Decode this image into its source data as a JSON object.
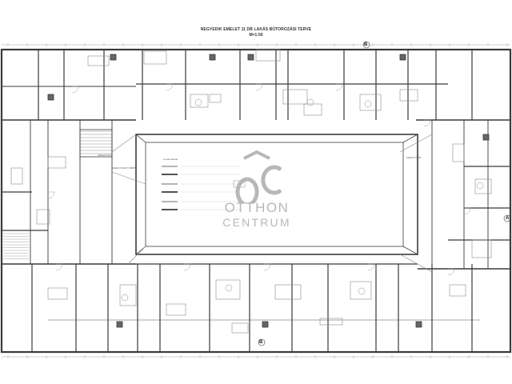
{
  "header": {
    "title": "NEGYEDIK EMELET 11 DB LAKÁS BÚTOROZÁSI TERVE",
    "scale": "M=1:50"
  },
  "logo": {
    "mark": "ÓC",
    "line1": "OTTHON",
    "line2": "CENTRUM",
    "color": "#b7b7b7"
  },
  "axes": {
    "b_top": "B",
    "b_bottom": "B",
    "a_right": "A"
  },
  "courtyard_tags": {
    "left_upper": "SZÁRAZ TÖZVIZ",
    "left_lower": "SZÁRAZ TÖZVIZ TÖZBÓHP",
    "right_upper": "SZÁRAZ TÖZVIZ"
  },
  "legend_title": "JELMAGYARÁZAT",
  "colors": {
    "wall": "#3a3a3a",
    "thin": "#8a8a8a",
    "hatch": "#c8c8c8"
  }
}
